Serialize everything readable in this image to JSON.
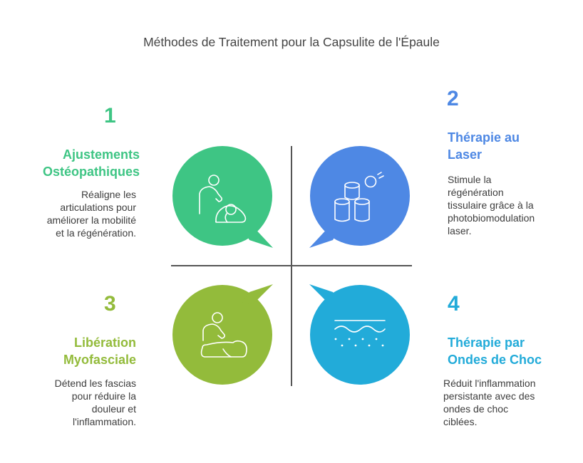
{
  "title": "Méthodes de Traitement pour la Capsulite de l'Épaule",
  "colors": {
    "green": "#3ec584",
    "blue": "#4e88e4",
    "lime": "#93bb3b",
    "cyan": "#22abd9",
    "divider": "#555555",
    "text": "#3d3d3d"
  },
  "quadrants": [
    {
      "number": "1",
      "heading_line1": "Ajustements",
      "heading_line2": "Ostéopathiques",
      "desc_lines": [
        "Réaligne les",
        "articulations pour",
        "améliorer la mobilité",
        "et la régénération."
      ],
      "icon": "osteopath-adjustment-icon",
      "color": "#3ec584"
    },
    {
      "number": "2",
      "heading_line1": "Thérapie au",
      "heading_line2": "Laser",
      "desc_lines": [
        "Stimule la",
        "régénération",
        "tissulaire grâce à la",
        "photobiomodulation",
        "laser."
      ],
      "icon": "cans-laser-icon",
      "color": "#4e88e4"
    },
    {
      "number": "3",
      "heading_line1": "Libération",
      "heading_line2": "Myofasciale",
      "desc_lines": [
        "Détend les fascias",
        "pour réduire la",
        "douleur et",
        "l'inflammation."
      ],
      "icon": "massage-therapy-icon",
      "color": "#93bb3b"
    },
    {
      "number": "4",
      "heading_line1": "Thérapie par",
      "heading_line2": "Ondes de Choc",
      "desc_lines": [
        "Réduit l'inflammation",
        "persistante avec des",
        "ondes de choc",
        "ciblées."
      ],
      "icon": "shockwave-icon",
      "color": "#22abd9"
    }
  ]
}
